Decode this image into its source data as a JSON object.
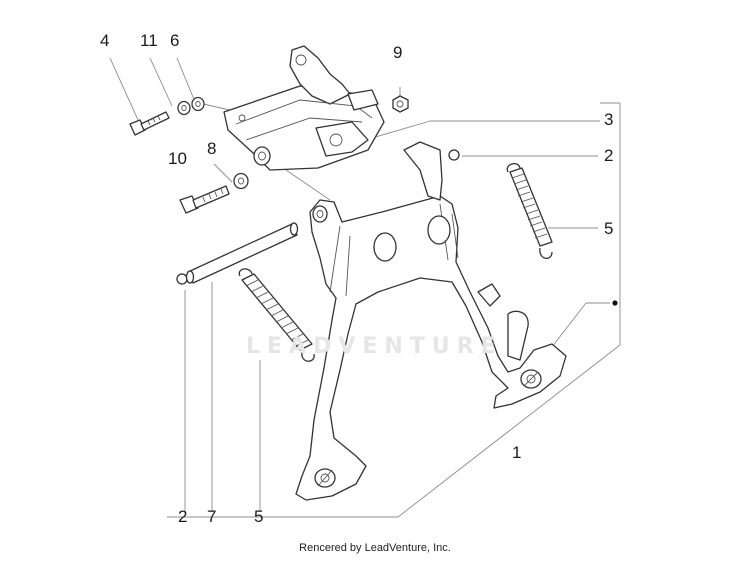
{
  "diagram": {
    "watermark": "LEADVENTURE",
    "footer": "Rencered by LeadVenture, Inc.",
    "callouts": [
      {
        "id": "c4",
        "label": "4"
      },
      {
        "id": "c11",
        "label": "11"
      },
      {
        "id": "c6",
        "label": "6"
      },
      {
        "id": "c9",
        "label": "9"
      },
      {
        "id": "c3",
        "label": "3"
      },
      {
        "id": "c10",
        "label": "10"
      },
      {
        "id": "c8",
        "label": "8"
      },
      {
        "id": "c2a",
        "label": "2"
      },
      {
        "id": "c5a",
        "label": "5"
      },
      {
        "id": "c1",
        "label": "1"
      },
      {
        "id": "c2b",
        "label": "2"
      },
      {
        "id": "c7",
        "label": "7"
      },
      {
        "id": "c5b",
        "label": "5"
      }
    ]
  }
}
